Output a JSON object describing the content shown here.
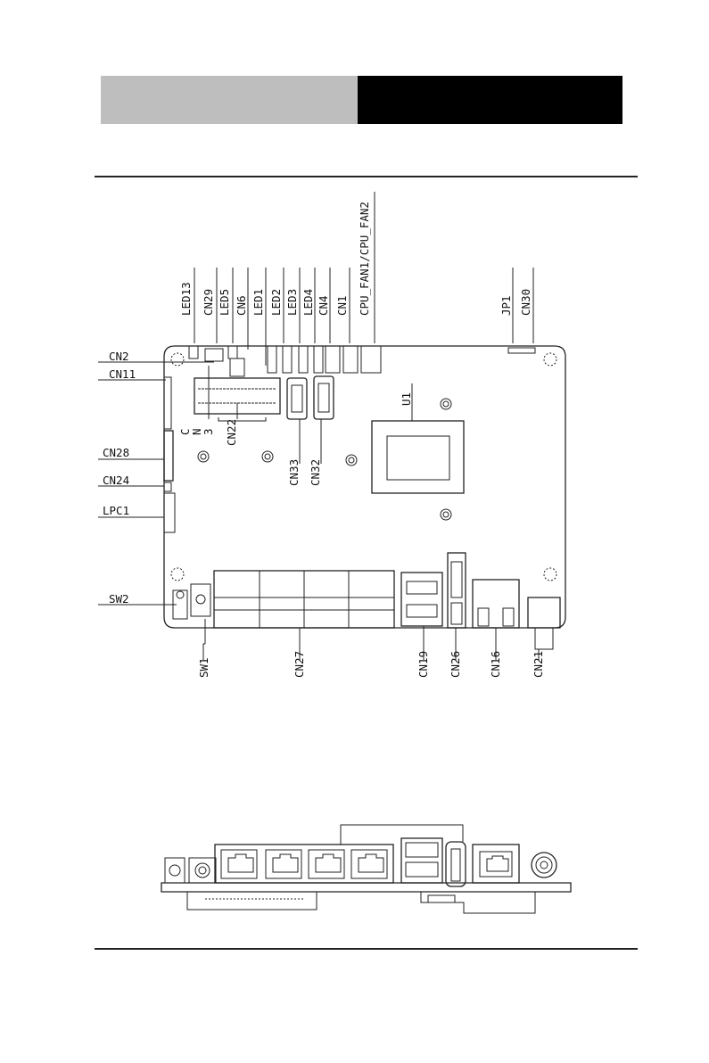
{
  "top_labels": [
    "LED13",
    "CN29",
    "LED5",
    "CN6",
    "LED1",
    "LED2",
    "LED3",
    "LED4",
    "CN4",
    "CN1",
    "CPU_FAN1/CPU_FAN2",
    "JP1",
    "CN30"
  ],
  "left_labels": [
    "CN2",
    "CN11",
    "CN28",
    "CN24",
    "LPC1",
    "SW2"
  ],
  "bottom_labels": [
    "SW1",
    "CN27",
    "CN19",
    "CN26",
    "CN16",
    "CN21"
  ],
  "board_labels": {
    "cn3_letters": [
      "C",
      "N",
      "3"
    ],
    "cn22": "CN22",
    "cn33": "CN33",
    "cn32": "CN32",
    "u1": "U1"
  }
}
